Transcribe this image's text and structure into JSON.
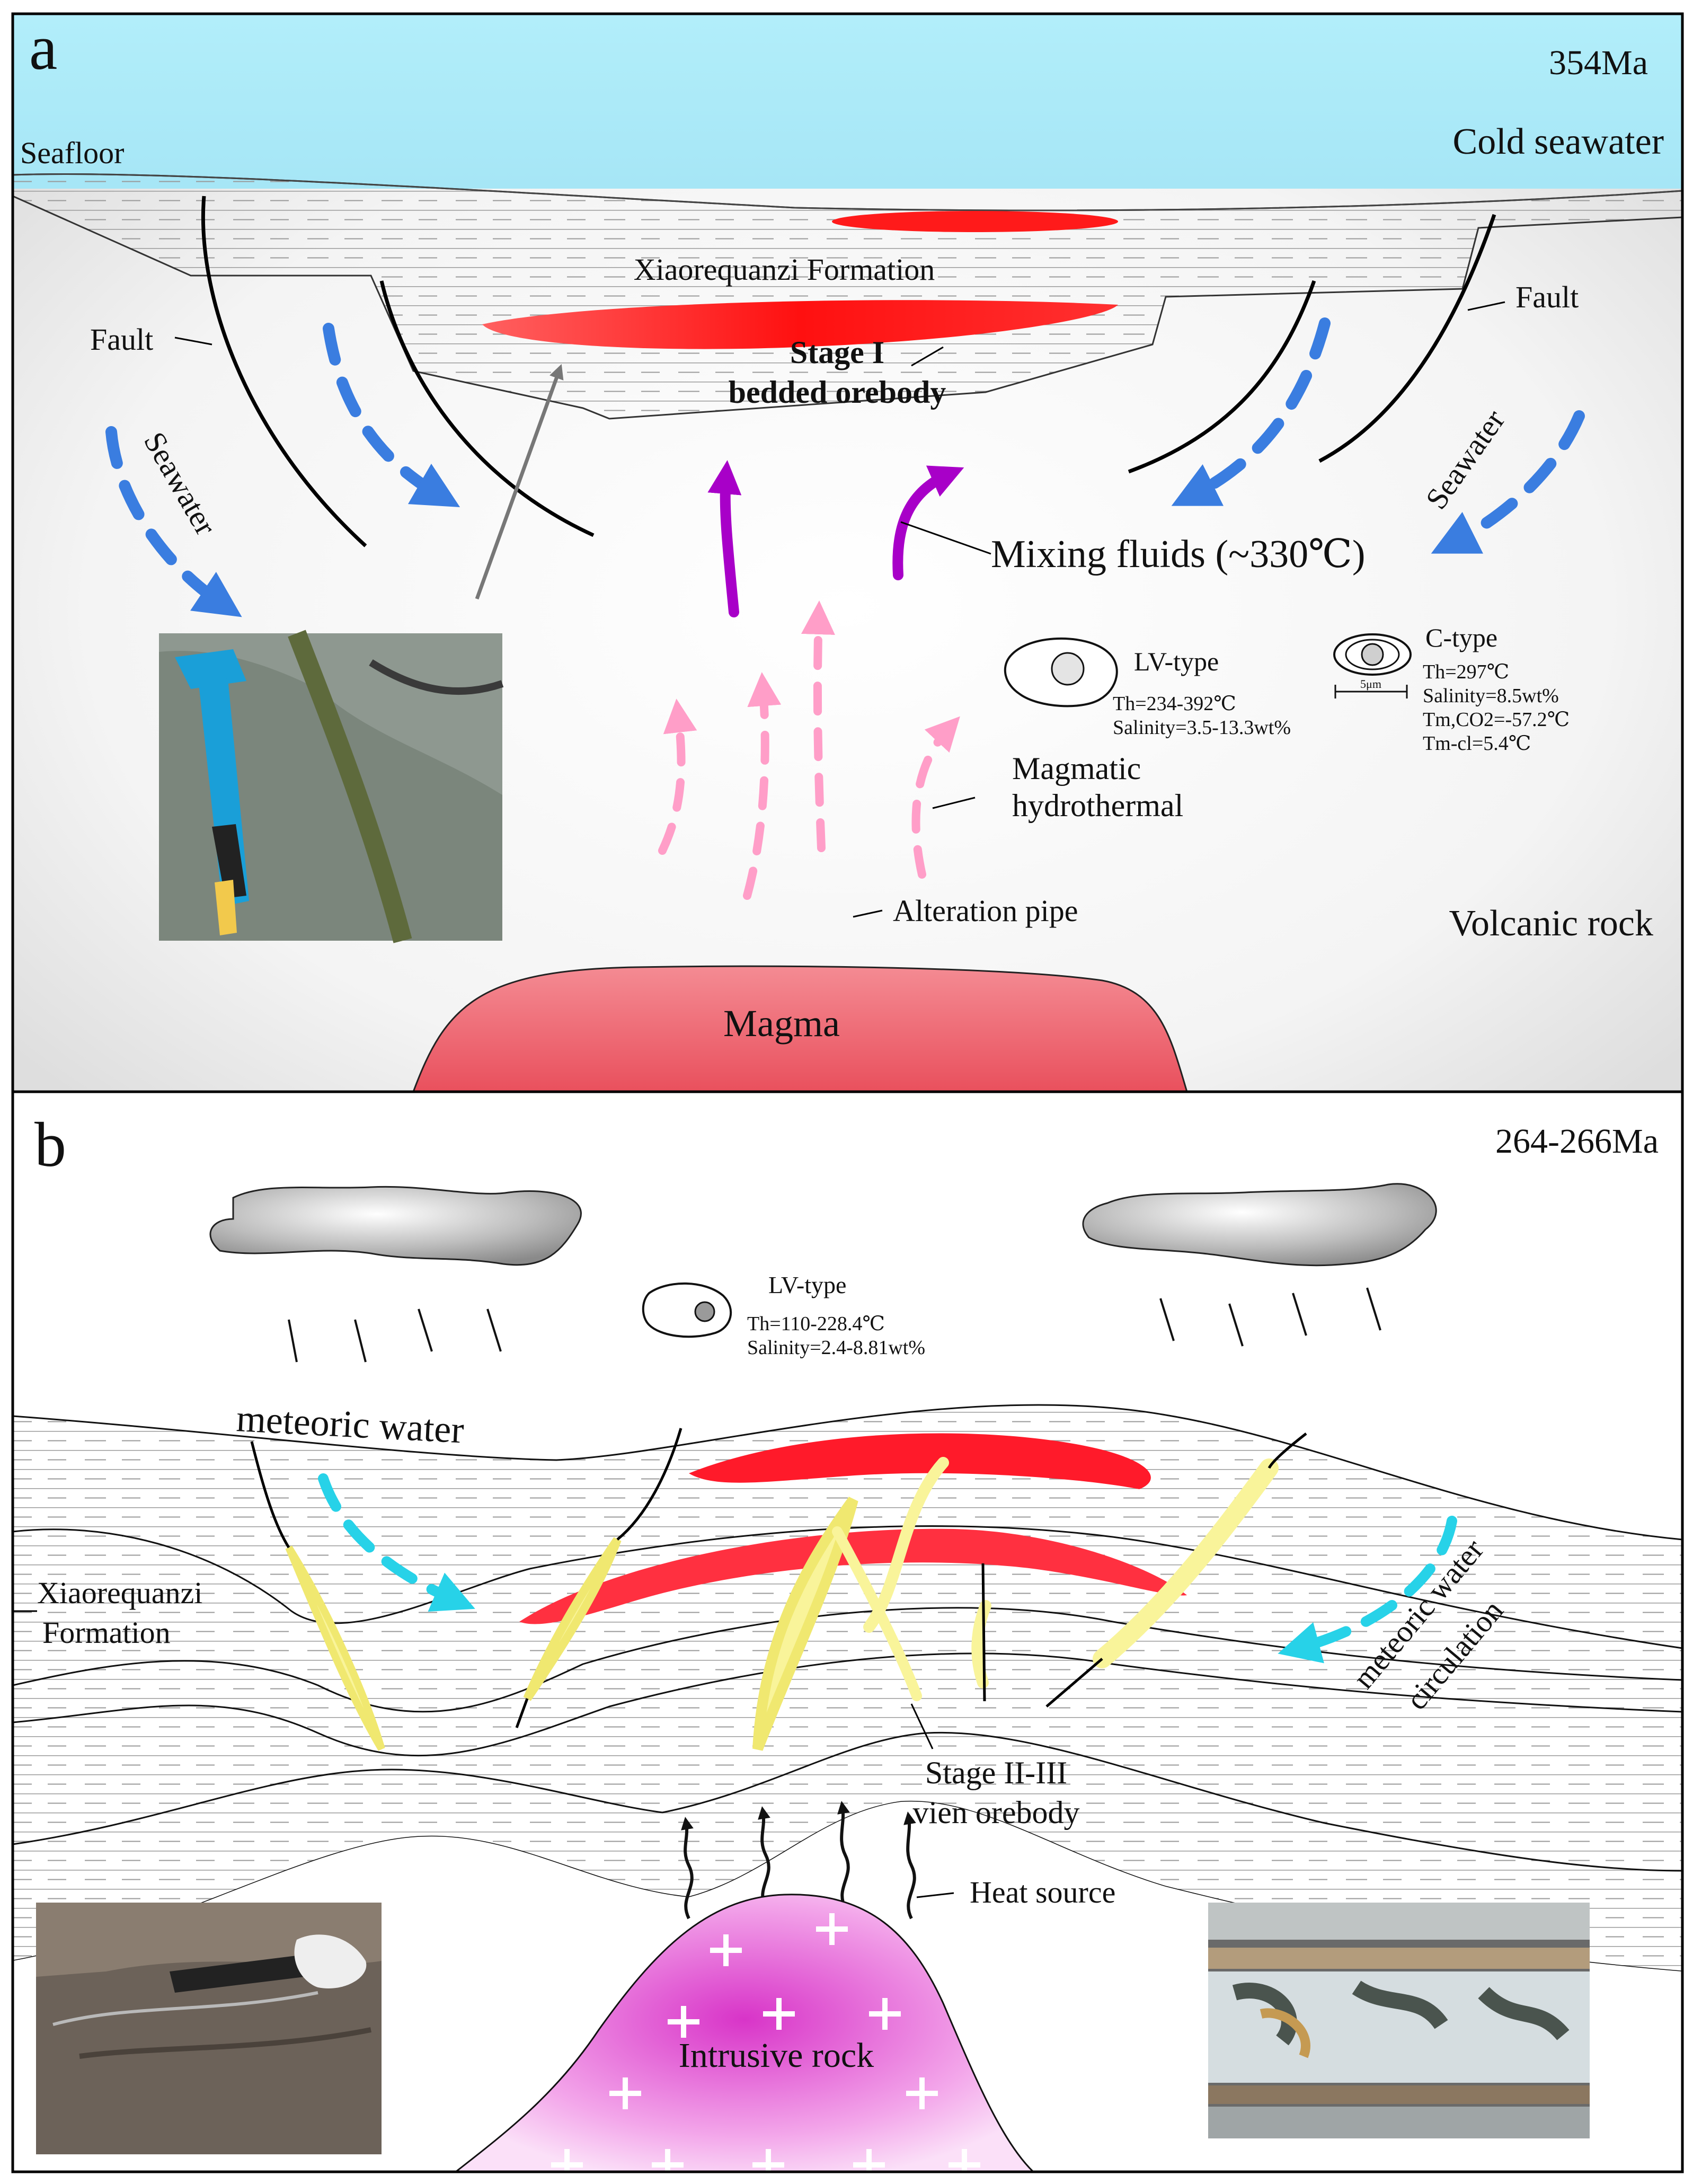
{
  "panel_a": {
    "label": "a",
    "age": "354Ma",
    "seawater_top": "Cold seawater",
    "seafloor": "Seafloor",
    "formation": "Xiaorequanzi Formation",
    "fault_left": "Fault",
    "fault_right": "Fault",
    "seawater_left": "Seawater",
    "seawater_right": "Seawater",
    "stage_title": "Stage I",
    "stage_sub": "bedded orebody",
    "mixing": "Mixing fluids (~330℃)",
    "lv_title": "LV-type",
    "lv_th": "Th=234-392℃",
    "lv_sal": "Salinity=3.5-13.3wt%",
    "c_title": "C-type",
    "c_scale": "5μm",
    "c_th": "Th=297℃",
    "c_sal": "Salinity=8.5wt%",
    "c_tm_co2": "Tm,CO2=-57.2℃",
    "c_tm_cl": "Tm-cl=5.4℃",
    "magmatic_1": "Magmatic",
    "magmatic_2": "hydrothermal",
    "alteration": "Alteration pipe",
    "volcanic": "Volcanic rock",
    "magma": "Magma"
  },
  "panel_b": {
    "label": "b",
    "age": "264-266Ma",
    "lv_title": "LV-type",
    "lv_th": "Th=110-228.4℃",
    "lv_sal": "Salinity=2.4-8.81wt%",
    "meteoric": "meteoric water",
    "formation_1": "Xiaorequanzi",
    "formation_2": "Formation",
    "circulation_1": "meteoric water",
    "circulation_2": "circulation",
    "stage_1": "Stage II-III",
    "stage_2": "vien orebody",
    "heat": "Heat source",
    "intrusive": "Intrusive rock"
  },
  "colors": {
    "seawater": "#aeeaf8",
    "orebody": "#ff1a1a",
    "seawater_arrow": "#3a7de0",
    "mixing_arrow": "#a800c8",
    "magmatic_arrow": "#ff9ec8",
    "magma": "#ee5f6a",
    "vein": "#f9f49a",
    "meteoric_arrow": "#27d2e8",
    "intrusive": "#e855d8"
  }
}
